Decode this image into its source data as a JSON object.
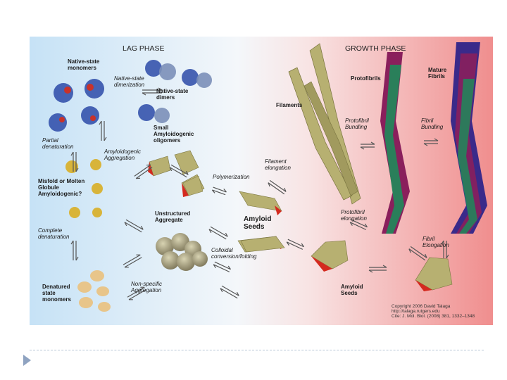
{
  "phases": {
    "lag": "LAG PHASE",
    "growth": "GROWTH PHASE"
  },
  "labels": {
    "native_monomers": [
      "Native-state",
      "monomers"
    ],
    "native_dimerization": [
      "Native-state",
      "dimerization"
    ],
    "native_dimers": [
      "Native-state",
      "dimers"
    ],
    "partial_denaturation": [
      "Partial",
      "denaturation"
    ],
    "small_oligomers": [
      "Small",
      "Amyloidogenic",
      "oligomers"
    ],
    "amyloidogenic_aggregation": [
      "Amyloidogenic",
      "Aggregation"
    ],
    "misfold": [
      "Misfold or Molten",
      "Globule",
      "Amyloidogenic?"
    ],
    "polymerization": "Polymerization",
    "filaments": "Filaments",
    "filament_elongation": [
      "Filament",
      "elongation"
    ],
    "protofibrils": "Protofibrils",
    "protofibril_bundling": [
      "Protofibril",
      "Bundling"
    ],
    "mature_fibrils": [
      "Mature",
      "Fibrils"
    ],
    "fibril_bundling": [
      "Fibril",
      "Bundling"
    ],
    "unstructured_aggregate": [
      "Unstructured",
      "Aggregate"
    ],
    "amyloid_seeds_mid": [
      "Amyloid",
      "Seeds"
    ],
    "complete_denaturation": [
      "Complete",
      "denaturation"
    ],
    "colloidal": [
      "Colloidal",
      "conversion/folding"
    ],
    "protofibril_elongation": [
      "Protofibril",
      "elongation"
    ],
    "fibril_elongation": [
      "Fibril",
      "Elongation"
    ],
    "denatured_monomers": [
      "Denatured",
      "state",
      "monomers"
    ],
    "nonspecific_aggregation": [
      "Non-specific",
      "Aggregation"
    ],
    "amyloid_seeds_right": [
      "Amyloid",
      "Seeds"
    ]
  },
  "copyright": [
    "Copyright 2006 David Talaga",
    "http://talaga.rutgers.edu",
    "Cite: J. Mol. Biol. (2008) 381, 1332–1348"
  ],
  "colors": {
    "lag_bg": "#cfe6f7",
    "growth_bg": "#f29a9a",
    "filament": "#b7b071",
    "seed_tip": "#d42a1f",
    "fibril_a": "#8a1f5c",
    "fibril_b": "#1f8a5a",
    "fibril_c": "#3a2a8a",
    "protein_blue": "#2b4aa8",
    "protein_red": "#c8322a",
    "molten": "#d8b43a",
    "denatured": "#e8c58a",
    "aggregate": "#a49c78"
  }
}
